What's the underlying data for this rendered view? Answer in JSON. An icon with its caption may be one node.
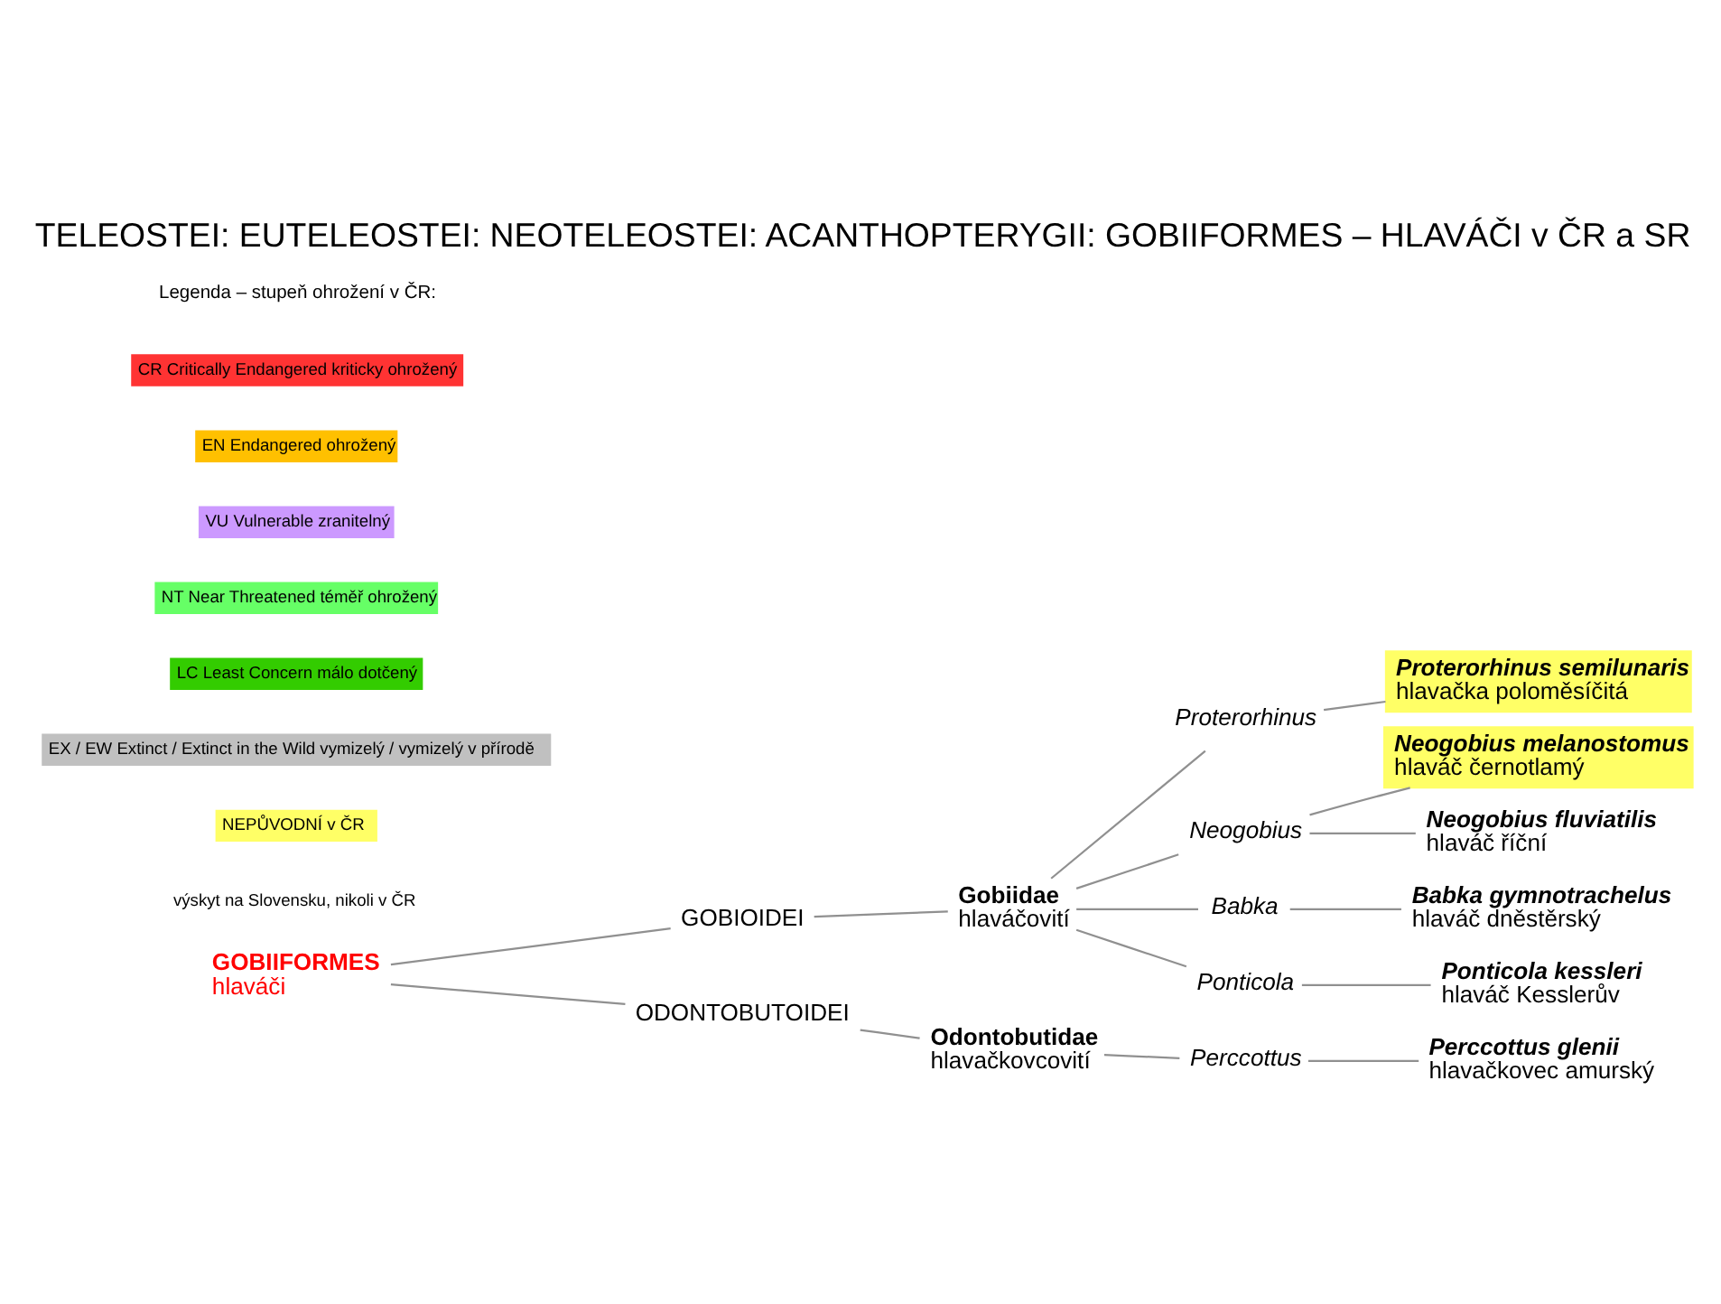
{
  "diagram": {
    "title": "TELEOSTEI: EUTELEOSTEI: NEOTELEOSTEI: ACANTHOPTERYGII: GOBIIFORMES – HLAVÁČI v ČR a SR",
    "nodes": [
      {
        "text": [
          "GOBIIFORMES",
          "hlaváči"
        ]
      },
      {
        "text": [
          "GOBIOIDEI"
        ]
      },
      {
        "text": [
          "ODONTOBUTOIDEI"
        ]
      },
      {
        "text": [
          "Gobiidae",
          "hlaváčovití"
        ]
      },
      {
        "text": [
          "Proterorhinus"
        ]
      },
      {
        "text": [
          "Proterorhinus semilunaris",
          "hlavačka poloměsíčitá"
        ]
      },
      {
        "text": [
          "Neogobius"
        ]
      },
      {
        "text": [
          "Neogobius melanostomus",
          "hlaváč černotlamý"
        ]
      },
      {
        "text": [
          "Neogobius fluviatilis",
          "hlaváč říční"
        ]
      },
      {
        "text": [
          "Babka"
        ]
      },
      {
        "text": [
          "Babka gymnotrachelus",
          "hlaváč dněstěrský"
        ]
      },
      {
        "text": [
          "Ponticola"
        ]
      },
      {
        "text": [
          "Ponticola kessleri",
          "hlaváč Kesslerův"
        ]
      },
      {
        "text": [
          "Odontobutidae",
          "hlavačkovcovití"
        ]
      },
      {
        "text": [
          "Perccottus"
        ]
      },
      {
        "text": [
          "Perccottus glenii",
          "hlavačkovec amurský"
        ]
      }
    ],
    "edges": [
      {
        "from": 0,
        "to": 1,
        "arrow": "none"
      },
      {
        "from": 0,
        "to": 2,
        "arrow": "none"
      },
      {
        "from": 1,
        "to": 3,
        "arrow": "none"
      },
      {
        "from": 3,
        "to": 4,
        "arrow": "none"
      },
      {
        "from": 4,
        "to": 5,
        "arrow": "none"
      },
      {
        "from": 3,
        "to": 6,
        "arrow": "none"
      },
      {
        "from": 6,
        "to": 7,
        "arrow": "none"
      },
      {
        "from": 6,
        "to": 8,
        "arrow": "none"
      },
      {
        "from": 3,
        "to": 9,
        "arrow": "none"
      },
      {
        "from": 9,
        "to": 10,
        "arrow": "none"
      },
      {
        "from": 3,
        "to": 11,
        "arrow": "none"
      },
      {
        "from": 11,
        "to": 12,
        "arrow": "none"
      },
      {
        "from": 2,
        "to": 13,
        "arrow": "none"
      },
      {
        "from": 13,
        "to": 14,
        "arrow": "none"
      },
      {
        "from": 14,
        "to": 15,
        "arrow": "none"
      }
    ],
    "labels": [
      "Legenda – stupeň ohrožení v ČR:"
    ],
    "legend": [
      {
        "text": "CR Critically Endangered kriticky ohrožený",
        "color": "#ff3333"
      },
      {
        "text": "EN Endangered ohrožený",
        "color": "#ffc000"
      },
      {
        "text": "VU Vulnerable zranitelný",
        "color": "#cc99ff"
      },
      {
        "text": "NT Near Threatened téměř ohrožený",
        "color": "#66ff66"
      },
      {
        "text": "LC Least Concern málo dotčený",
        "color": "#33cc00"
      },
      {
        "text": "EX / EW Extinct / Extinct in the Wild vymizelý / vymizelý v přírodě",
        "color": "#c0c0c0"
      },
      {
        "text": "NEPŮVODNÍ v ČR",
        "color": "#ffff66"
      },
      {
        "text": "výskyt na Slovensku, nikoli v ČR",
        "color": "#ffffff"
      }
    ]
  }
}
